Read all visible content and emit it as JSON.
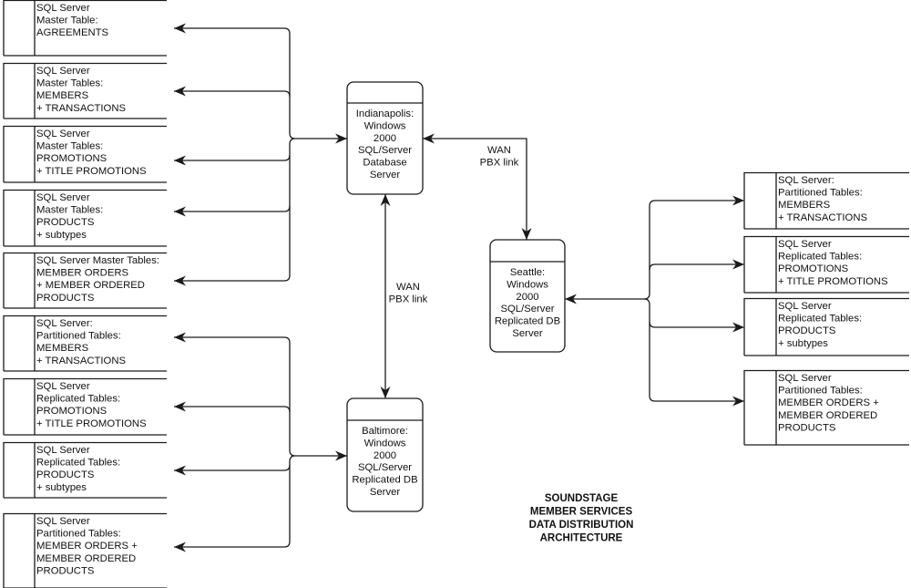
{
  "title": [
    "SOUNDSTAGE",
    "MEMBER SERVICES",
    "DATA DISTRIBUTION",
    "ARCHITECTURE"
  ],
  "servers": {
    "indianapolis": [
      "Indianapolis:",
      "Windows",
      "2000",
      "SQL/Server",
      "Database",
      "Server"
    ],
    "seattle": [
      "Seattle:",
      "Windows",
      "2000",
      "SQL/Server",
      "Replicated DB",
      "Server"
    ],
    "baltimore": [
      "Baltimore:",
      "Windows",
      "2000",
      "SQL/Server",
      "Replicated DB",
      "Server"
    ]
  },
  "links": {
    "indianapolis_seattle": [
      "WAN",
      "PBX link"
    ],
    "indianapolis_baltimore": [
      "WAN",
      "PBX link"
    ]
  },
  "indianapolis_tables": [
    {
      "lines": [
        "SQL Server",
        "Master Table:",
        "AGREEMENTS"
      ]
    },
    {
      "lines": [
        "SQL Server",
        "Master Tables:",
        "MEMBERS",
        "+ TRANSACTIONS"
      ]
    },
    {
      "lines": [
        "SQL Server",
        "Master Tables:",
        "PROMOTIONS",
        "+ TITLE PROMOTIONS"
      ]
    },
    {
      "lines": [
        "SQL Server",
        "Master Tables:",
        "PRODUCTS",
        "+ subtypes"
      ]
    },
    {
      "lines": [
        "SQL Server Master Tables:",
        "MEMBER ORDERS",
        "+ MEMBER ORDERED",
        "PRODUCTS"
      ]
    }
  ],
  "baltimore_tables": [
    {
      "lines": [
        "SQL Server:",
        "Partitioned Tables:",
        "MEMBERS",
        "+ TRANSACTIONS"
      ]
    },
    {
      "lines": [
        "SQL Server",
        "Replicated Tables:",
        "PROMOTIONS",
        "+ TITLE PROMOTIONS"
      ]
    },
    {
      "lines": [
        "SQL Server",
        "Replicated Tables:",
        "PRODUCTS",
        "+ subtypes"
      ]
    },
    {
      "lines": [
        "SQL Server",
        "Partitioned Tables:",
        "MEMBER ORDERS +",
        "MEMBER ORDERED",
        "PRODUCTS"
      ]
    }
  ],
  "seattle_tables": [
    {
      "lines": [
        "SQL Server:",
        "Partitioned Tables:",
        "MEMBERS",
        "+ TRANSACTIONS"
      ]
    },
    {
      "lines": [
        "SQL Server",
        "Replicated Tables:",
        "PROMOTIONS",
        "+ TITLE PROMOTIONS"
      ]
    },
    {
      "lines": [
        "SQL Server",
        "Replicated Tables:",
        "PRODUCTS",
        "+ subtypes"
      ]
    },
    {
      "lines": [
        "SQL Server",
        "Partitioned Tables:",
        "MEMBER ORDERS +",
        "MEMBER ORDERED",
        "PRODUCTS"
      ]
    }
  ]
}
